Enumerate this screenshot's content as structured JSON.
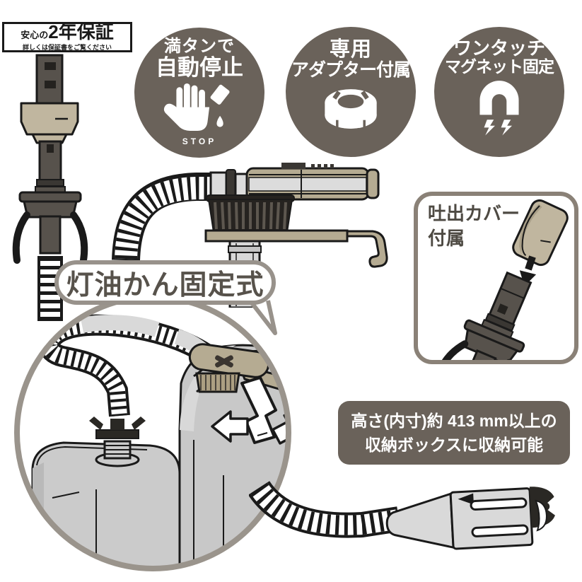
{
  "page": {
    "background": "#ffffff"
  },
  "colors": {
    "badge_bg": "#6a625a",
    "tan": "#b5ab92",
    "tan_light": "#c0b69f",
    "device_dark": "#57524c",
    "silver": "#d9d9d9",
    "can_gray": "#c8c8c8",
    "outline": "#1a1a1a",
    "frame_gray": "#98928b"
  },
  "warranty": {
    "prefix": "安心の",
    "title": "2年保証",
    "note": "詳しくは保証書をご覧ください"
  },
  "features": [
    {
      "line1": "満タンで",
      "line2": "自動停止",
      "caption": "STOP",
      "icon": "hand-stop-icon"
    },
    {
      "line1": "専用",
      "line2": "アダプター付属",
      "caption": "",
      "icon": "adapter-icon"
    },
    {
      "line1": "ワンタッチ",
      "line2": "マグネット固定",
      "caption": "",
      "icon": "magnet-icon"
    }
  ],
  "callouts": {
    "fixing_type": "灯油かん固定式",
    "discharge_cover": {
      "line1": "吐出カバー",
      "line2": "付属"
    },
    "storage": {
      "line1": "高さ(内寸)約 413 mm以上の",
      "line2": "収納ボックスに収納可能"
    }
  },
  "illustrations": {
    "left_nozzle": "discharge-nozzle-with-cover",
    "pump_unit": "pump-unit-with-hose-and-bracket",
    "inset": "pump-fixed-on-kerosene-cans",
    "discharge_cover": "cover-attaching-to-nozzle",
    "bottom_hose": "hose-with-nozzle-tip"
  }
}
